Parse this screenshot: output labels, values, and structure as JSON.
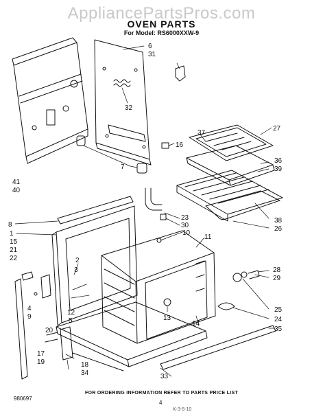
{
  "header": {
    "watermark": "AppliancePartsPros.com",
    "title": "OVEN PARTS",
    "model_line": "For Model: RS6000XXW-9"
  },
  "callouts": {
    "c1": "1",
    "c2": "2",
    "c3": "3",
    "c4": "4",
    "c5": "5",
    "c6": "6",
    "c7": "7",
    "c8": "8",
    "c9": "9",
    "c10": "10",
    "c11": "11",
    "c12": "12",
    "c13": "13",
    "c14": "14",
    "c15": "15",
    "c16": "16",
    "c17": "17",
    "c18": "18",
    "c19": "19",
    "c20": "20",
    "c21": "21",
    "c22": "22",
    "c23": "23",
    "c24": "24",
    "c25": "25",
    "c26": "26",
    "c27": "27",
    "c28": "28",
    "c29": "29",
    "c30": "30",
    "c31": "31",
    "c32": "32",
    "c33": "33",
    "c34": "34",
    "c35": "35",
    "c36": "36",
    "c37": "37",
    "c38": "38",
    "c39": "39",
    "c40": "40",
    "c41": "41"
  },
  "footer": {
    "note": "FOR ORDERING INFORMATION REFER TO PARTS PRICE LIST",
    "code": "980697",
    "page": "4",
    "tail": "K-3-5-10"
  }
}
